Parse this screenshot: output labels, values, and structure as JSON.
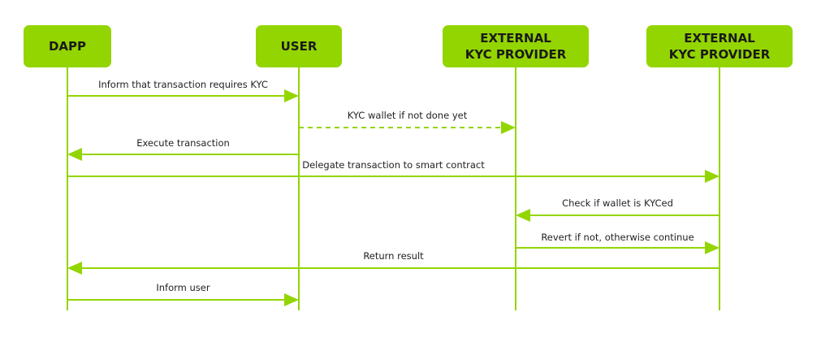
{
  "actors": [
    {
      "id": "dapp",
      "lines": [
        "DAPP"
      ]
    },
    {
      "id": "user",
      "lines": [
        "USER"
      ]
    },
    {
      "id": "kyc1",
      "lines": [
        "EXTERNAL",
        "KYC PROVIDER"
      ]
    },
    {
      "id": "kyc2",
      "lines": [
        "EXTERNAL",
        "KYC PROVIDER"
      ]
    }
  ],
  "messages": [
    {
      "from": "dapp",
      "to": "user",
      "label": "Inform that transaction requires KYC",
      "style": "solid"
    },
    {
      "from": "user",
      "to": "kyc1",
      "label": "KYC wallet if not done yet",
      "style": "dashed"
    },
    {
      "from": "user",
      "to": "dapp",
      "label": "Execute transaction",
      "style": "solid"
    },
    {
      "from": "dapp",
      "to": "kyc2",
      "label": "Delegate transaction to smart contract",
      "style": "solid"
    },
    {
      "from": "kyc2",
      "to": "kyc1",
      "label": "Check if wallet is KYCed",
      "style": "solid"
    },
    {
      "from": "kyc1",
      "to": "kyc2",
      "label": "Revert if not, otherwise continue",
      "style": "solid"
    },
    {
      "from": "kyc2",
      "to": "dapp",
      "label": "Return result",
      "style": "solid"
    },
    {
      "from": "dapp",
      "to": "user",
      "label": "Inform user",
      "style": "solid"
    }
  ],
  "colors": {
    "accent": "#93d500",
    "text": "#1a1a1a"
  }
}
